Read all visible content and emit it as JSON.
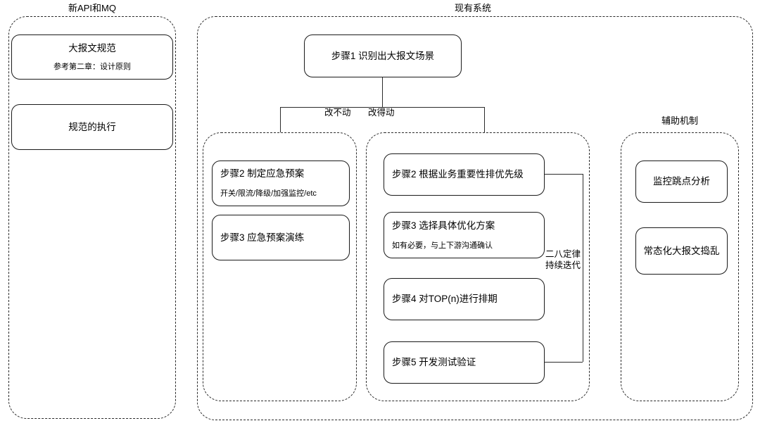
{
  "diagram": {
    "groups": [
      {
        "id": "new-api-mq",
        "label": "新API和MQ"
      },
      {
        "id": "existing-system",
        "label": "现有系统"
      },
      {
        "id": "cannot-change",
        "label": "改不动"
      },
      {
        "id": "can-change",
        "label": "改得动"
      },
      {
        "id": "support-mechanism",
        "label": "辅助机制"
      }
    ],
    "left_column": {
      "nodes": [
        {
          "id": "spec",
          "title": "大报文规范",
          "sub": "参考第二章：设计原则"
        },
        {
          "id": "spec-exec",
          "title": "规范的执行",
          "sub": ""
        }
      ]
    },
    "root": {
      "id": "step1",
      "title": "步骤1 识别出大报文场景"
    },
    "branch_labels": {
      "left": "改不动",
      "right": "改得动"
    },
    "cannot_change_nodes": [
      {
        "id": "step2-plan",
        "title": "步骤2 制定应急预案",
        "sub": "开关/限流/降级/加强监控/etc"
      },
      {
        "id": "step3-drill",
        "title": "步骤3 应急预案演练",
        "sub": ""
      }
    ],
    "can_change_nodes": [
      {
        "id": "step2-priority",
        "title": "步骤2 根据业务重要性排优先级",
        "sub": ""
      },
      {
        "id": "step3-solution",
        "title": "步骤3 选择具体优化方案",
        "sub": "如有必要，与上下游沟通确认"
      },
      {
        "id": "step4-schedule",
        "title": "步骤4 对TOP(n)进行排期",
        "sub": ""
      },
      {
        "id": "step5-verify",
        "title": "步骤5 开发测试验证",
        "sub": ""
      }
    ],
    "feedback_label": {
      "line1": "二八定律",
      "line2": "持续迭代"
    },
    "support_nodes": [
      {
        "id": "monitor-jump",
        "title": "监控跳点分析"
      },
      {
        "id": "chaos-bigmsg",
        "title": "常态化大报文捣乱"
      }
    ]
  }
}
